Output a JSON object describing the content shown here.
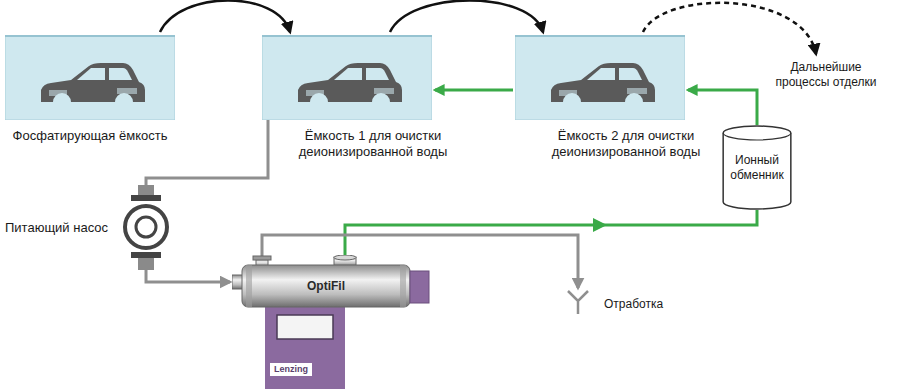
{
  "diagram": {
    "nodes": [
      {
        "text": [
          "Фосфатирующая ёмкость"
        ]
      },
      {
        "text": [
          "Ёмкость 1 для очистки деионизированной воды"
        ]
      },
      {
        "text": [
          "Ёмкость 2 для очистки деионизированной воды"
        ]
      },
      {
        "text": [
          "Дальнейшие процессы отделки"
        ]
      },
      {
        "text": [
          "Ионный обменник"
        ]
      },
      {
        "text": [
          "Питающий насос"
        ]
      },
      {
        "text": [
          "OptiFil",
          "Lenzing"
        ]
      },
      {
        "text": [
          "Отработка"
        ]
      }
    ],
    "edges": [
      {
        "from": 0,
        "to": 1,
        "arrow": "to"
      },
      {
        "from": 1,
        "to": 2,
        "arrow": "to"
      },
      {
        "from": 2,
        "to": 3,
        "arrow": "to"
      },
      {
        "from": 2,
        "to": 1,
        "arrow": "to"
      },
      {
        "from": 4,
        "to": 2,
        "arrow": "to"
      },
      {
        "from": 6,
        "to": 4,
        "arrow": "to"
      },
      {
        "from": 1,
        "to": 5,
        "arrow": "none"
      },
      {
        "from": 5,
        "to": 6,
        "arrow": "to"
      },
      {
        "from": 6,
        "to": 7,
        "arrow": "to"
      }
    ]
  }
}
